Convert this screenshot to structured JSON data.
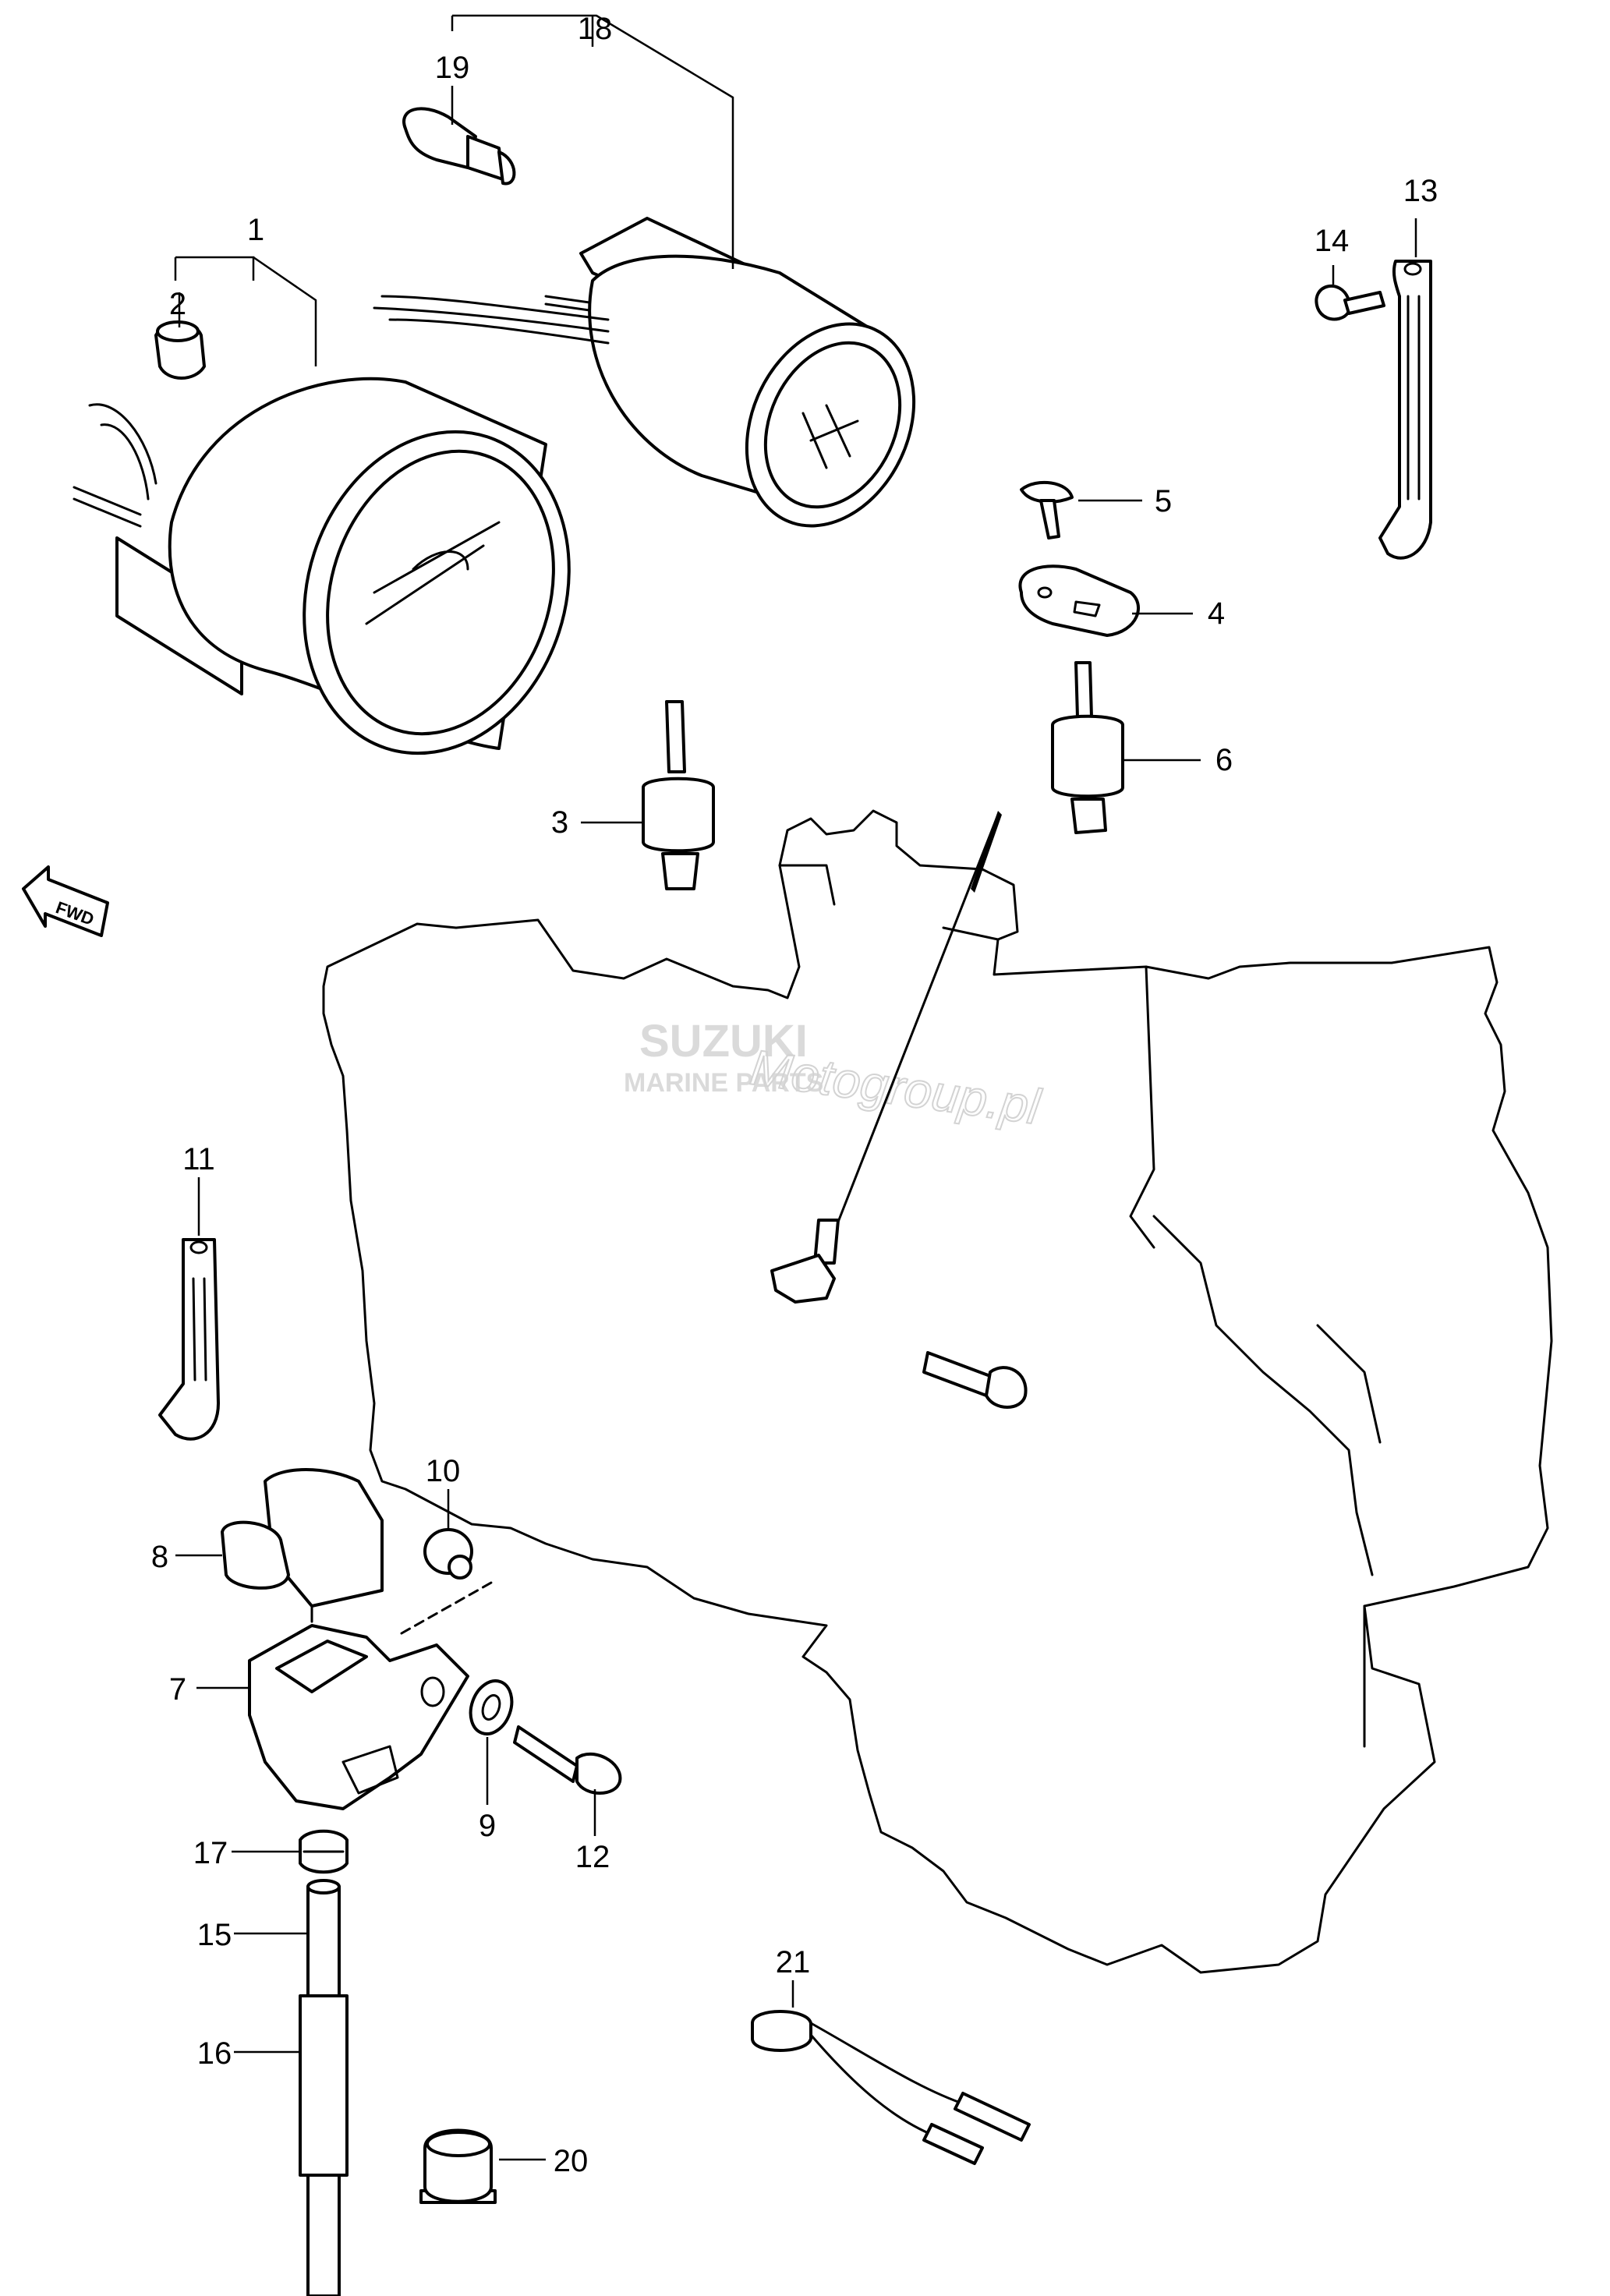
{
  "watermark": {
    "brand": "SUZUKI",
    "sub": "MARINE PARTS",
    "site": "Motogroup.pl"
  },
  "fwd_label": "FWD",
  "callouts": {
    "c1": "1",
    "c2": "2",
    "c3": "3",
    "c4": "4",
    "c5": "5",
    "c6": "6",
    "c7": "7",
    "c8": "8",
    "c9": "9",
    "c10": "10",
    "c11": "11",
    "c12": "12",
    "c13": "13",
    "c14": "14",
    "c15": "15",
    "c16": "16",
    "c17": "17",
    "c18": "18",
    "c19": "19",
    "c20": "20",
    "c21": "21"
  }
}
